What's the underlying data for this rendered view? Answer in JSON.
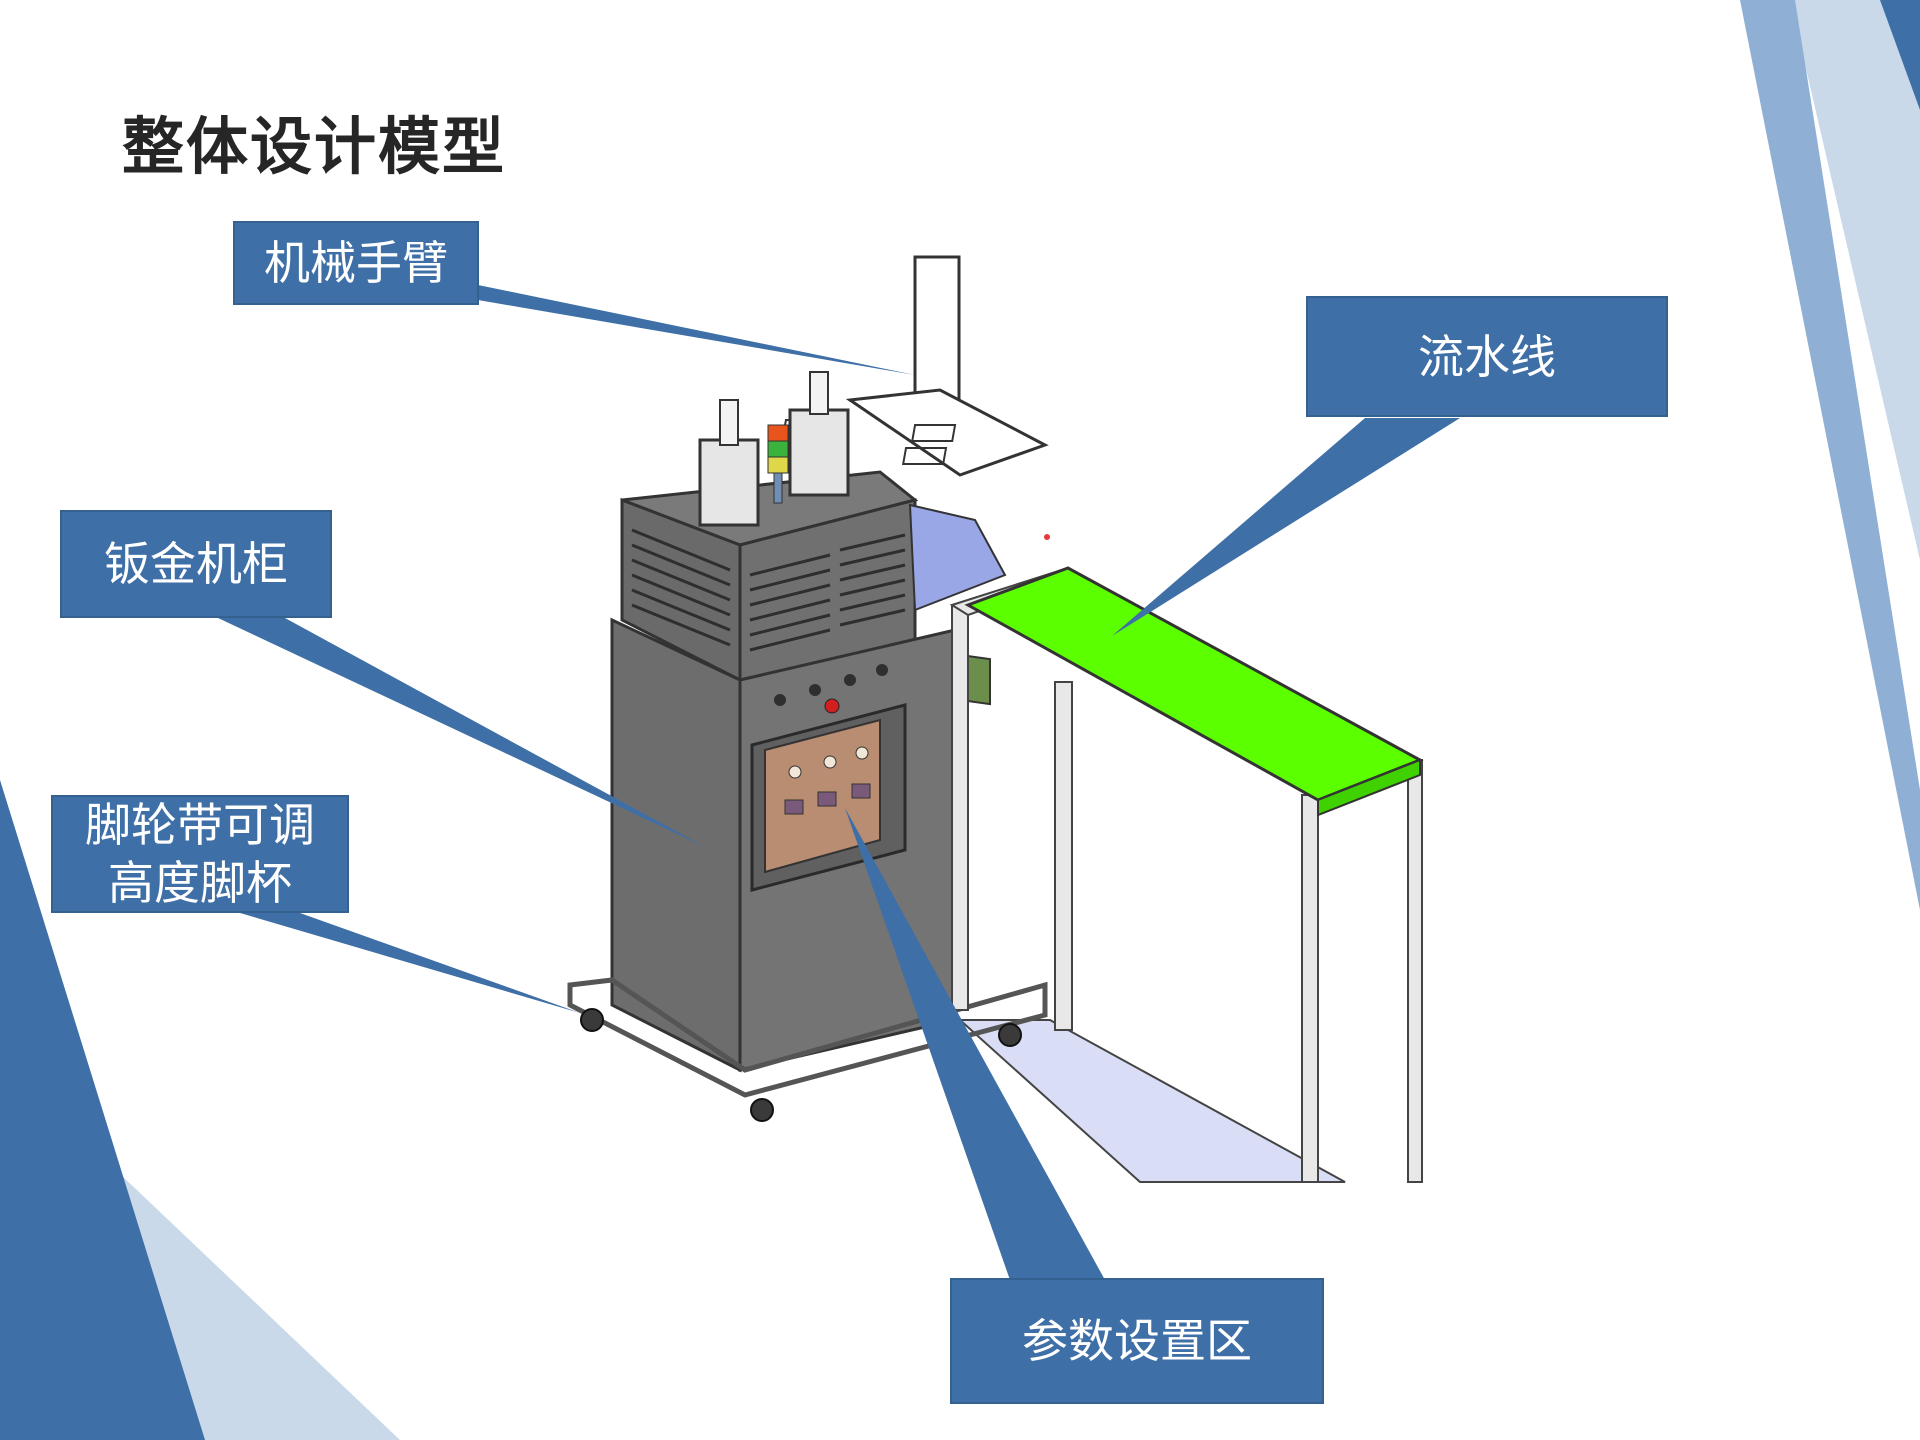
{
  "title": "整体设计模型",
  "callouts": {
    "arm": "机械手臂",
    "line": "流水线",
    "cabinet": "钣金机柜",
    "caster": "脚轮带可调高度脚杯",
    "panel": "参数设置区"
  },
  "colors": {
    "callout_fill": "#3e6fa6",
    "accent_light": "#c9d9ea",
    "accent_mid": "#8fb0d4",
    "accent_dark": "#3e6fa6",
    "conveyor_green": "#5cff00",
    "cabinet_gray": "#6f6f6f"
  }
}
